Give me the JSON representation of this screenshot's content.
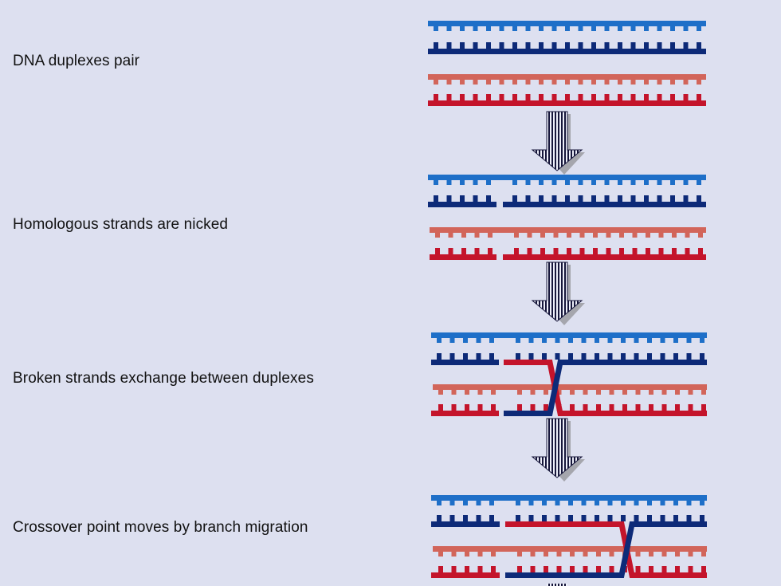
{
  "steps": [
    {
      "id": "pair",
      "label": "DNA duplexes pair"
    },
    {
      "id": "nick",
      "label": "Homologous strands are nicked"
    },
    {
      "id": "exchange",
      "label": "Broken strands exchange between duplexes"
    },
    {
      "id": "migrate",
      "label": "Crossover point moves by branch migration"
    }
  ],
  "colors": {
    "background": "#dde0f0",
    "blue_light": "#1e6fc8",
    "blue_dark": "#0d2a78",
    "red_light": "#d2655a",
    "red_dark": "#c4142b",
    "arrow_dark": "#16163a",
    "arrow_light": "#eef0fa"
  },
  "icons": {
    "arrow": "striped-down-arrow"
  }
}
